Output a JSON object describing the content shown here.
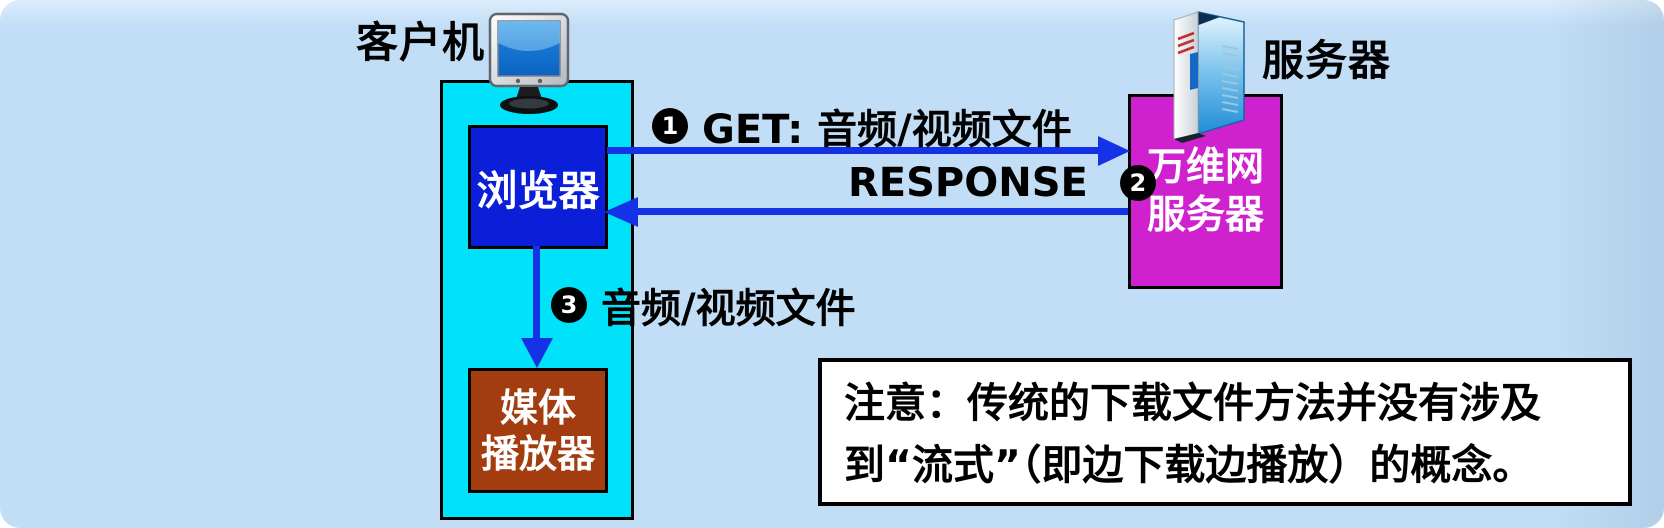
{
  "client": {
    "label": "客户机",
    "browser": "浏览器",
    "media_player": [
      "媒体",
      "播放器"
    ]
  },
  "server": {
    "label": "服务器",
    "www_server": [
      "万维网",
      "服务器"
    ]
  },
  "messages": {
    "get": {
      "step": "1",
      "text": "GET: 音频/视频文件"
    },
    "response": {
      "step": "2",
      "text": "RESPONSE"
    },
    "deliver": {
      "step": "3",
      "text": "音频/视频文件"
    }
  },
  "note": {
    "line1": "注意：传统的下载文件方法并没有涉及",
    "line2": "到“流式”（即边下载边播放）的概念。"
  },
  "colors": {
    "background": "#c2def6",
    "client_host_fill": "#00e1fa",
    "browser_fill": "#0b1fd9",
    "media_player_fill": "#a33d10",
    "www_server_fill": "#d021ce",
    "arrow": "#1533e6",
    "note_background": "#ffffff",
    "text": "#000000"
  }
}
